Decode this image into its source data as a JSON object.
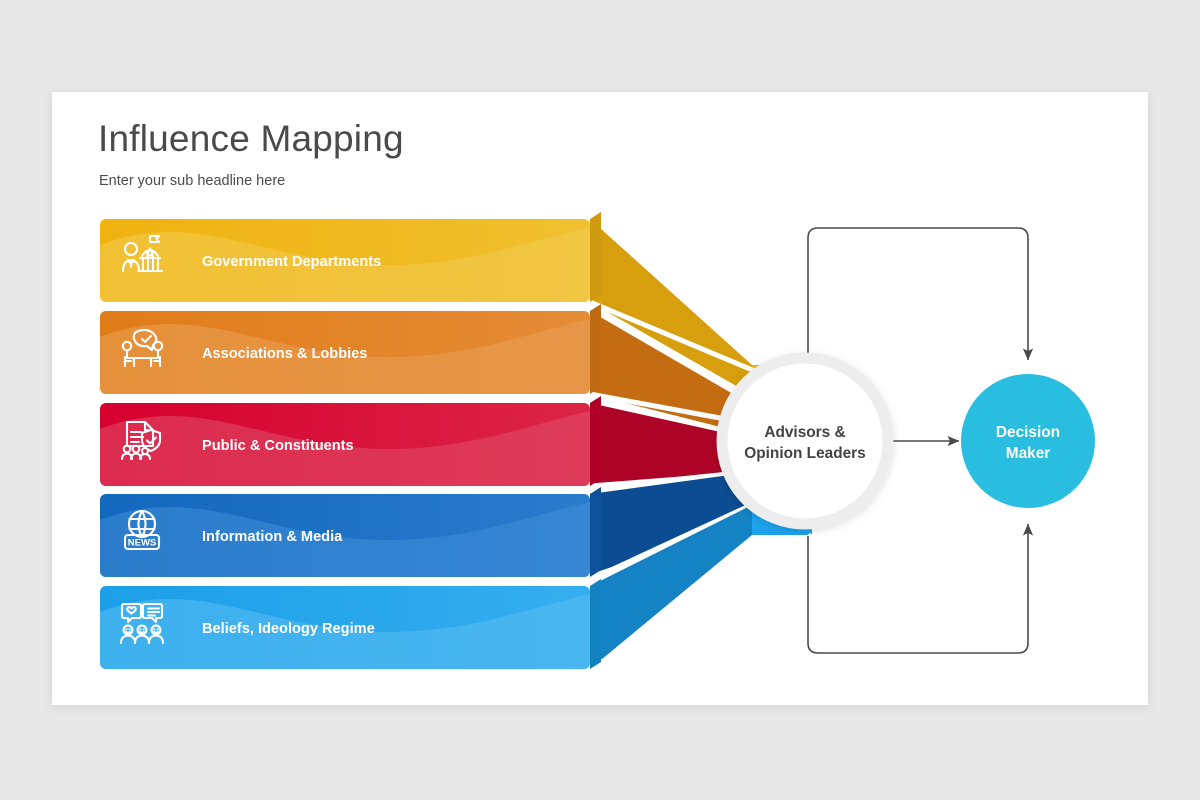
{
  "slide": {
    "title": "Influence Mapping",
    "subtitle": "Enter your sub headline here"
  },
  "colors": {
    "background": "#e8e8e8",
    "card": "#ffffff",
    "title_text": "#4a4a4a",
    "hub_text": "#434343",
    "connector": "#4a4a4a",
    "decision_maker": "#29bde0"
  },
  "chart_data": {
    "type": "diagram",
    "title": "Influence Mapping",
    "subtitle": "Enter your sub headline here",
    "layout": "five converging influence bars feeding a central hub which links bidirectionally to a decision maker node",
    "nodes": [
      {
        "id": "hub",
        "label": "Advisors & Opinion Leaders",
        "shape": "circle",
        "fill": "#ffffff",
        "border": "#ececec"
      },
      {
        "id": "decision",
        "label": "Decision Maker",
        "shape": "circle",
        "fill": "#29bde0",
        "text": "#ffffff"
      }
    ],
    "edges": [
      {
        "from": "hub",
        "to": "decision",
        "style": "straight-arrow",
        "direction": "right"
      },
      {
        "from": "hub",
        "to": "decision",
        "style": "rounded-top-loop",
        "direction": "down-into-decision"
      },
      {
        "from": "hub",
        "to": "decision",
        "style": "rounded-bottom-loop",
        "direction": "up-into-decision"
      }
    ],
    "categories": [
      "Government Departments",
      "Associations & Lobbies",
      "Public & Constituents",
      "Information & Media",
      "Beliefs, Ideology Regime"
    ]
  },
  "bars": [
    {
      "label": "Government Departments",
      "icon": "government-building-icon",
      "color": "#efb310",
      "color_light": "#f0c02f",
      "color_wave": "#f3cb52",
      "color_side": "#d09a10",
      "color_funnel": "#d79f0e",
      "color_tip": "#efb310"
    },
    {
      "label": "Associations & Lobbies",
      "icon": "meeting-handshake-icon",
      "color": "#e07c18",
      "color_light": "#e58c37",
      "color_wave": "#e9a158",
      "color_side": "#c06913",
      "color_funnel": "#c46c11",
      "color_tip": "#ef8413"
    },
    {
      "label": "Public & Constituents",
      "icon": "document-shield-people-icon",
      "color": "#d6002f",
      "color_light": "#dc2547",
      "color_wave": "#e04f69",
      "color_side": "#b00027",
      "color_funnel": "#ad0327",
      "color_tip": "#e30232"
    },
    {
      "label": "Information & Media",
      "icon": "globe-news-icon",
      "color": "#1268bd",
      "color_light": "#2a7ccd",
      "color_wave": "#3f8ed8",
      "color_side": "#0d5199",
      "color_funnel": "#0c4c92",
      "color_tip": "#0f6ec4"
    },
    {
      "label": "Beliefs, Ideology Regime",
      "icon": "speech-bubbles-people-icon",
      "color": "#1b9fe8",
      "color_light": "#35aeef",
      "color_wave": "#59bdf3",
      "color_side": "#1281c0",
      "color_funnel": "#1483c4",
      "color_tip": "#1ca2ec"
    }
  ],
  "hub": {
    "line1": "Advisors &",
    "line2": "Opinion Leaders"
  },
  "decision_maker": {
    "line1": "Decision",
    "line2": "Maker"
  }
}
